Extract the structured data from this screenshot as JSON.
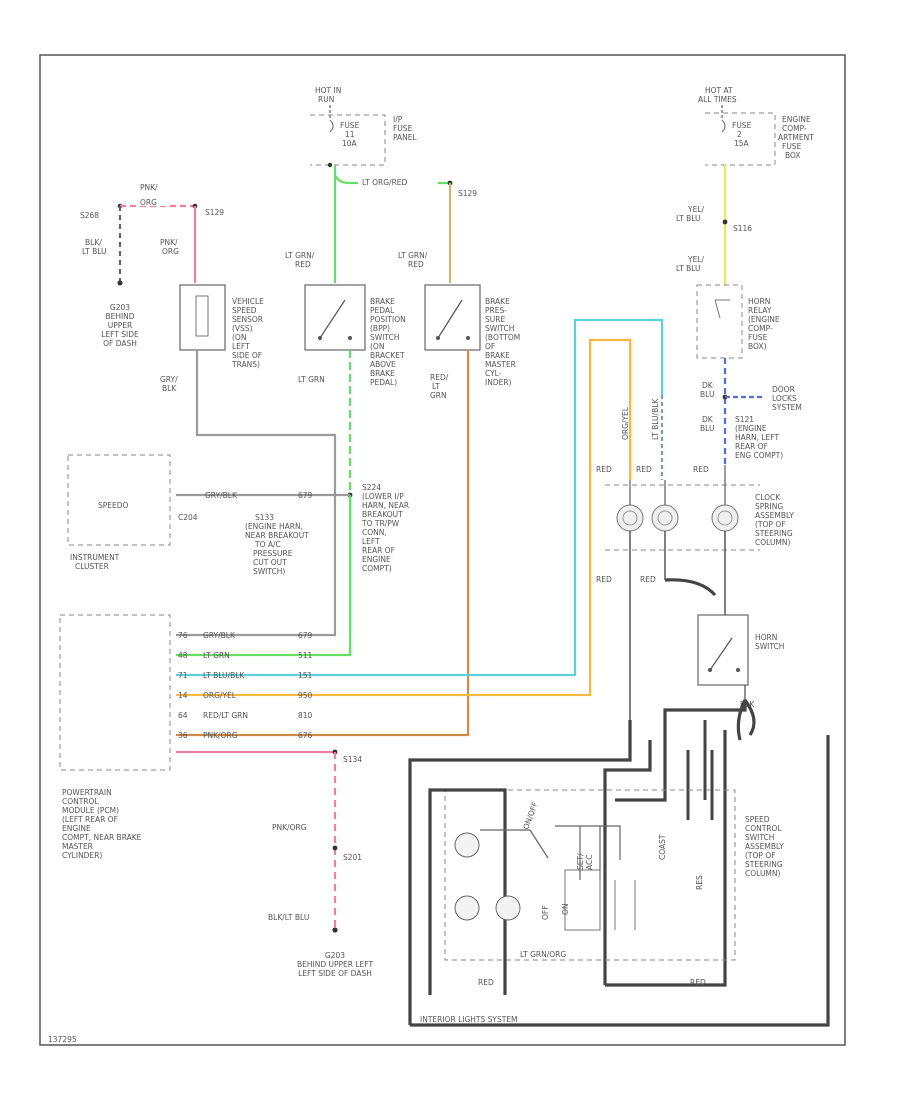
{
  "hot_left": [
    "HOT IN",
    "RUN"
  ],
  "fuse_left": [
    "FUSE",
    "11",
    "10A"
  ],
  "fuse_panel": [
    "I/P",
    "FUSE",
    "PANEL"
  ],
  "hot_right": [
    "HOT AT",
    "ALL TIMES"
  ],
  "fuse_right": [
    "FUSE",
    "2",
    "15A"
  ],
  "engine_fuse_box": [
    "ENGINE",
    "COMP-",
    "ARTMENT",
    "FUSE",
    "BOX"
  ],
  "w_lt_orange": "LT ORG/RED",
  "s_left_wire": [
    "PNK/",
    "ORG"
  ],
  "s_left_num1": "S268",
  "s_left_num2": "S129",
  "s_left_blu": [
    "BLK/",
    "LT BLU"
  ],
  "g_left": [
    "G203",
    "BEHIND",
    "UPPER",
    "LEFT SIDE",
    "OF DASH"
  ],
  "pnk_org": [
    "PNK/",
    "ORG"
  ],
  "vss_label": [
    "VEHICLE",
    "SPEED",
    "SENSOR",
    "(VSS)",
    "(ON",
    "LEFT",
    "SIDE OF",
    "TRANS)"
  ],
  "gry_blk": [
    "GRY/",
    "BLK"
  ],
  "lt_grn_red": [
    "LT GRN/",
    "RED"
  ],
  "lt_grn_red2": [
    "LT GRN/",
    "RED"
  ],
  "bpp_label": [
    "BRAKE",
    "PEDAL",
    "POSITION",
    "(BPP)",
    "SWITCH",
    "(ON",
    "BRACKET",
    "ABOVE",
    "BRAKE",
    "PEDAL)"
  ],
  "bps_label": [
    "BRAKE",
    "PRES-",
    "SURE",
    "SWITCH",
    "(BOTTOM",
    "OF",
    "BRAKE",
    "MASTER",
    "CYL-",
    "INDER)"
  ],
  "s_129b": "S129",
  "lt_grn": "LT GRN",
  "red_lt_grn": [
    "RED/",
    "LT",
    "GRN"
  ],
  "yel_lt_blu": [
    "YEL/",
    "LT BLU"
  ],
  "s_116": "S116",
  "yel_lt_blu2": [
    "YEL/",
    "LT BLU"
  ],
  "horn_relay": [
    "HORN",
    "RELAY",
    "(ENGINE",
    "COMP-",
    "FUSE",
    "BOX)"
  ],
  "dk_blu": [
    "DK",
    "BLU"
  ],
  "door_locks": [
    "DOOR",
    "LOCKS",
    "SYSTEM"
  ],
  "dk_blu2": [
    "DK",
    "BLU"
  ],
  "s121": [
    "S121",
    "(ENGINE",
    "HARN, LEFT",
    "REAR OF",
    "ENG COMPT)"
  ],
  "s_orn": "ORG/YEL",
  "s_lblu": "LT BLU/BLK",
  "red_1": "RED",
  "red_2": "RED",
  "red_3": "RED",
  "clock_spring": [
    "CLOCK",
    "SPRING",
    "ASSEMBLY",
    "(TOP OF",
    "STEERING",
    "COLUMN)"
  ],
  "speedo": "SPEEDO",
  "w_gry_blk": "GRY/BLK",
  "c_204": "C204",
  "pin_679": "679",
  "instrument_cluster": [
    "INSTRUMENT",
    "CLUSTER"
  ],
  "s124": [
    "S224",
    "(LOWER I/P",
    "HARN, NEAR",
    "BREAKOUT",
    "TO TR/PW",
    "CONN,",
    "LEFT",
    "REAR OF",
    "ENGINE",
    "COMPT)"
  ],
  "s133": [
    "S133",
    "(ENGINE HARN,",
    "NEAR BREAKOUT",
    "TO A/C",
    "PRESSURE",
    "CUT OUT",
    "SWITCH)"
  ],
  "horn_switch": [
    "HORN",
    "SWITCH"
  ],
  "red_4": "RED",
  "red_5": "RED",
  "blk_1": "BLK",
  "pcm_rows": [
    {
      "pin": "76",
      "wire": "GRY/BLK",
      "circ": "679"
    },
    {
      "pin": "48",
      "wire": "LT GRN",
      "circ": "511"
    },
    {
      "pin": "71",
      "wire": "LT BLU/BLK",
      "circ": "151"
    },
    {
      "pin": "14",
      "wire": "ORG/YEL",
      "circ": "950"
    },
    {
      "pin": "64",
      "wire": "RED/LT GRN",
      "circ": "810"
    },
    {
      "pin": "36",
      "wire": "PNK/ORG",
      "circ": "676"
    }
  ],
  "s_134": "S134",
  "pnk_org2": "PNK/ORG",
  "s_201": "S201",
  "blk_lt_blu": "BLK/LT BLU",
  "g_bottom": [
    "G203",
    "BEHIND UPPER LEFT",
    "LEFT SIDE OF DASH"
  ],
  "pcm_label": [
    "POWERTRAIN",
    "CONTROL",
    "MODULE (PCM)",
    "(LEFT REAR OF",
    "ENGINE",
    "COMPT, NEAR BRAKE",
    "MASTER",
    "CYLINDER)"
  ],
  "sc_switch": [
    "SPEED",
    "CONTROL",
    "SWITCH",
    "ASSEMBLY",
    "(TOP OF",
    "STEERING",
    "COLUMN)"
  ],
  "on_off": "ON/OFF",
  "set_acc": [
    "SET/",
    "ACC"
  ],
  "coast": "COAST",
  "res": "RES",
  "off": "OFF",
  "on": "ON",
  "lt_grn_org": "LT GRN/ORG",
  "red_6": "RED",
  "red_7": "RED",
  "interior_lights": "INTERIOR LIGHTS SYSTEM",
  "figure_code": "137295",
  "colors": {
    "green": "#66dd66",
    "pink": "#ee7f9f",
    "orange": "#f5b840",
    "tan": "#c8b873",
    "cyan": "#5fcfd8",
    "brown": "#d08a4a",
    "yellow": "#eaea55",
    "blue": "#4e6fe0",
    "gray": "#9a9a9a"
  }
}
